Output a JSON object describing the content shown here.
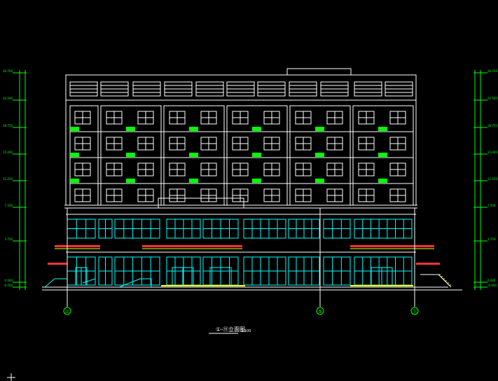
{
  "drawing": {
    "title": "①-⑪立面图",
    "scale": "1:100",
    "axis_markers": [
      "①",
      "⑤",
      "⑪"
    ],
    "level_marks": [
      "26.700",
      "22.500",
      "18.750",
      "15.000",
      "11.250",
      "7.500",
      "3.750",
      "0.000",
      "-0.450"
    ],
    "colors": {
      "background": "#000000",
      "outline": "#ffffff",
      "glazing": "#00ffff",
      "panel": "#00ff00",
      "band": "#ff3333",
      "trim": "#ffff00",
      "dimension": "#00ff00"
    }
  }
}
